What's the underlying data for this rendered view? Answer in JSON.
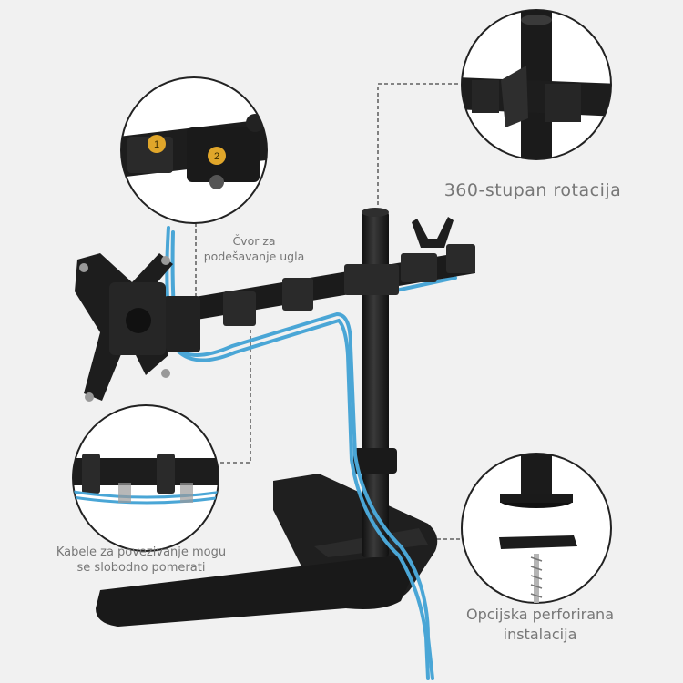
{
  "callouts": {
    "rotation": {
      "line1": "360-stupan rotacija"
    },
    "angle_knob": {
      "line1": "Čvor za",
      "line2": "podešavanje ugla"
    },
    "cables": {
      "line1": "Kabele za povezivanje mogu",
      "line2": "se slobodno pomerati"
    },
    "installation": {
      "line1": "Opcijska perforirana",
      "line2": "instalacija"
    }
  },
  "detail_markers": [
    "1",
    "2"
  ],
  "colors": {
    "background": "#f1f1f1",
    "metal": "#1c1c1c",
    "cable": "#4aa6d6",
    "marker": "#e0a62a",
    "dash": "#444444"
  }
}
